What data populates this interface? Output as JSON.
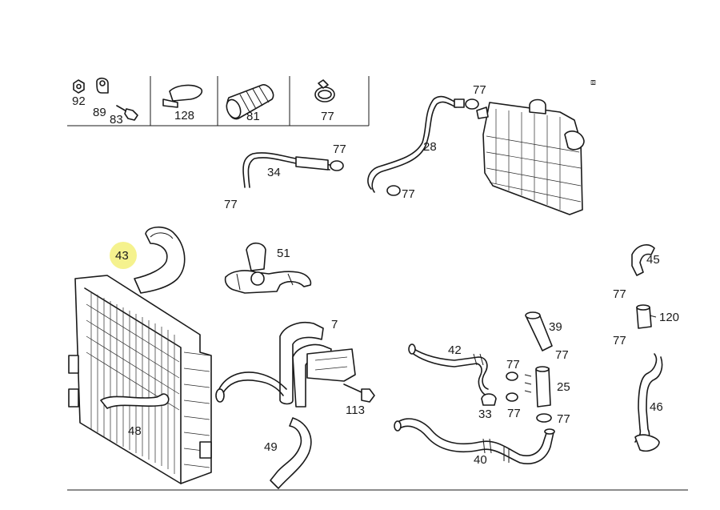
{
  "legend_panel": {
    "labels": {
      "l92": "92",
      "l89": "89",
      "l83": "83",
      "l128": "128",
      "l81": "81",
      "l77": "77"
    }
  },
  "corner_mark": "⧈",
  "colors": {
    "highlight": "#f3f07a",
    "line": "#1a1a1a"
  },
  "callouts": {
    "c43": "43",
    "c34": "34",
    "c28": "28",
    "c51": "51",
    "c45": "45",
    "c120": "120",
    "c7": "7",
    "c39": "39",
    "c42": "42",
    "c25": "25",
    "c33": "33",
    "c113": "113",
    "c48": "48",
    "c49": "49",
    "c40": "40",
    "c46": "46",
    "c77_a": "77",
    "c77_b": "77",
    "c77_c": "77",
    "c77_d": "77",
    "c77_e": "77",
    "c77_f": "77",
    "c77_g": "77",
    "c77_h": "77",
    "c77_i": "77",
    "c77_j": "77"
  }
}
